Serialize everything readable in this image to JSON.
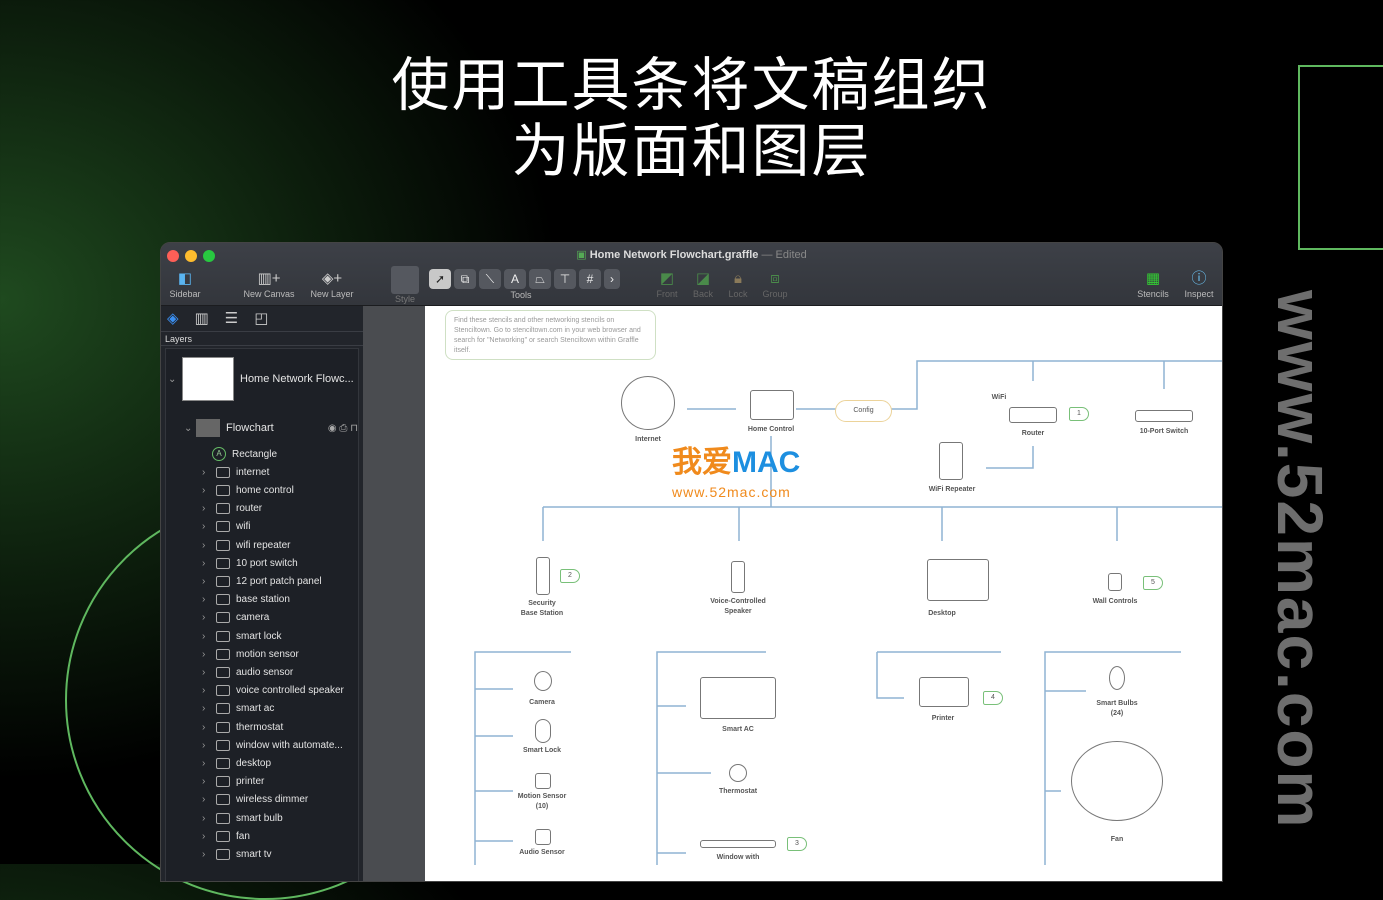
{
  "headline": [
    "使用工具条将文稿组织",
    "为版面和图层"
  ],
  "window": {
    "title": "Home Network Flowchart.graffle",
    "separator": "—",
    "status": "Edited"
  },
  "toolbar": {
    "sidebar": "Sidebar",
    "new_canvas": "New Canvas",
    "new_layer": "New Layer",
    "style": "Style",
    "tools": "Tools",
    "front": "Front",
    "back": "Back",
    "lock": "Lock",
    "group": "Group",
    "stencils": "Stencils",
    "inspect": "Inspect",
    "tool_icons": [
      "pointer-icon",
      "shape-icon",
      "line-icon",
      "text-icon",
      "diagram-icon",
      "style-brush-icon",
      "grid-icon",
      "more-icon"
    ],
    "tool_glyphs": [
      "➚",
      "⧉",
      "⟍",
      "A",
      "⏢",
      "⊤",
      "#",
      "›"
    ]
  },
  "sidebar": {
    "section": "Layers",
    "canvas": "Home Network Flowc...",
    "layer": "Flowchart",
    "items": [
      "Rectangle",
      "internet",
      "home control",
      "router",
      "wifi",
      "wifi repeater",
      "10 port switch",
      "12 port patch panel",
      "base station",
      "camera",
      "smart lock",
      "motion sensor",
      "audio sensor",
      "voice controlled speaker",
      "smart ac",
      "thermostat",
      "window with automate...",
      "desktop",
      "printer",
      "wireless dimmer",
      "smart bulb",
      "fan",
      "smart tv"
    ]
  },
  "diagram": {
    "note": "Find these stencils and other networking stencils on Stenciltown. Go to stenciltown.com in your web browser and search for \"Networking\" or search Stenciltown within Graffle itself.",
    "config": "Config",
    "labels": {
      "internet": "Internet",
      "home_control": "Home Control",
      "wifi": "WiFi",
      "router": "Router",
      "switch": "10-Port Switch",
      "repeater": "WiFi Repeater",
      "base_station": "Security\nBase Station",
      "speaker": "Voice-Controlled\nSpeaker",
      "desktop": "Desktop",
      "wall": "Wall Controls",
      "camera": "Camera",
      "lock": "Smart Lock",
      "motion": "Motion Sensor\n(10)",
      "audio": "Audio Sensor",
      "ac": "Smart AC",
      "thermostat": "Thermostat",
      "window": "Window with",
      "printer": "Printer",
      "bulbs": "Smart Bulbs\n(24)",
      "fan": "Fan"
    },
    "badges": [
      "1",
      "2",
      "3",
      "4",
      "5"
    ],
    "line_color": "#8fb3d3"
  },
  "watermark": {
    "logo_cn": "我爱",
    "logo_mac": "MAC",
    "logo_url": "www.52mac.com",
    "big": "www.52mac.com"
  }
}
